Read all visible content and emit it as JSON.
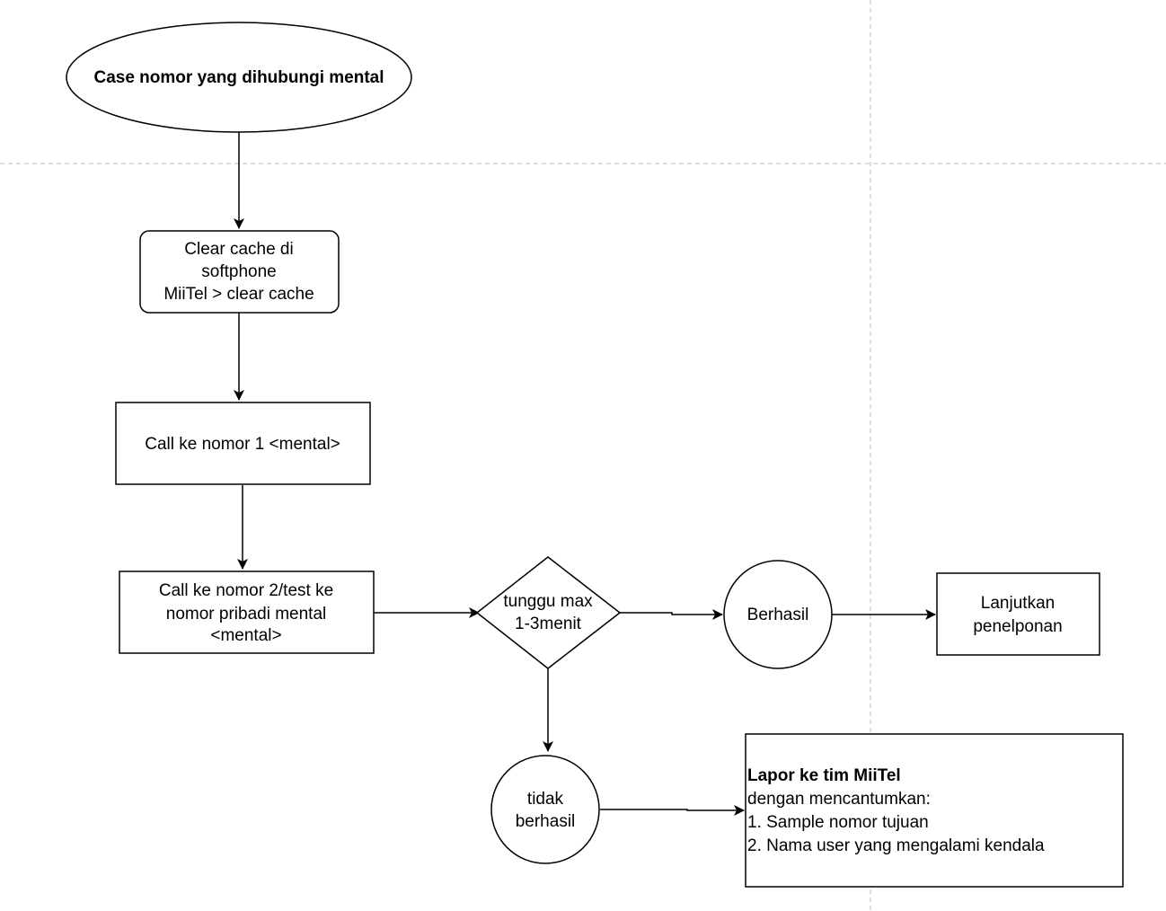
{
  "nodes": {
    "start": {
      "text": "Case nomor yang dihubungi mental"
    },
    "clear_cache": {
      "lines": [
        "Clear cache di",
        "softphone",
        "MiiTel > clear cache"
      ]
    },
    "call1": {
      "text": "Call ke nomor 1 <mental>"
    },
    "call2": {
      "lines": [
        "Call ke nomor 2/test ke",
        "nomor pribadi mental",
        "<mental>"
      ]
    },
    "decision": {
      "lines": [
        "tunggu max",
        "1-3menit"
      ]
    },
    "success": {
      "text": "Berhasil",
      "color": "#2e9a2e"
    },
    "continue": {
      "lines": [
        "Lanjutkan",
        "penelponan"
      ]
    },
    "fail": {
      "lines": [
        "tidak",
        "berhasil"
      ],
      "color": "#e33d5f"
    },
    "report": {
      "title": "Lapor ke tim MiiTel",
      "lines": [
        "dengan mencantumkan:",
        "1. Sample nomor tujuan",
        "2. Nama user yang mengalami kendala"
      ]
    }
  },
  "colors": {
    "stroke": "#000000",
    "guide": "#c8c8c8"
  }
}
